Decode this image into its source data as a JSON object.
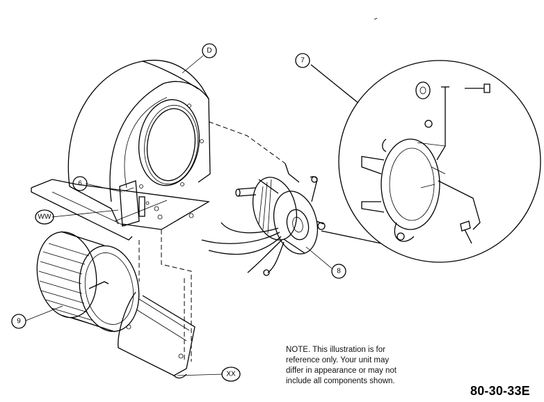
{
  "callouts": [
    {
      "id": "housing",
      "label": "D"
    },
    {
      "id": "motor-bracket-detail",
      "label": "7"
    },
    {
      "id": "cutoff-plate",
      "label": "6"
    },
    {
      "id": "mount-screw",
      "label": "WW"
    },
    {
      "id": "motor",
      "label": "8"
    },
    {
      "id": "blower-wheel",
      "label": "9"
    },
    {
      "id": "housing-panel-screw",
      "label": "XX"
    }
  ],
  "note": {
    "lines": [
      "NOTE.      This illustration is for",
      "reference only.    Your unit may",
      "differ in appearance or may not",
      "include all components shown."
    ]
  },
  "part_code": "80-30-33E"
}
